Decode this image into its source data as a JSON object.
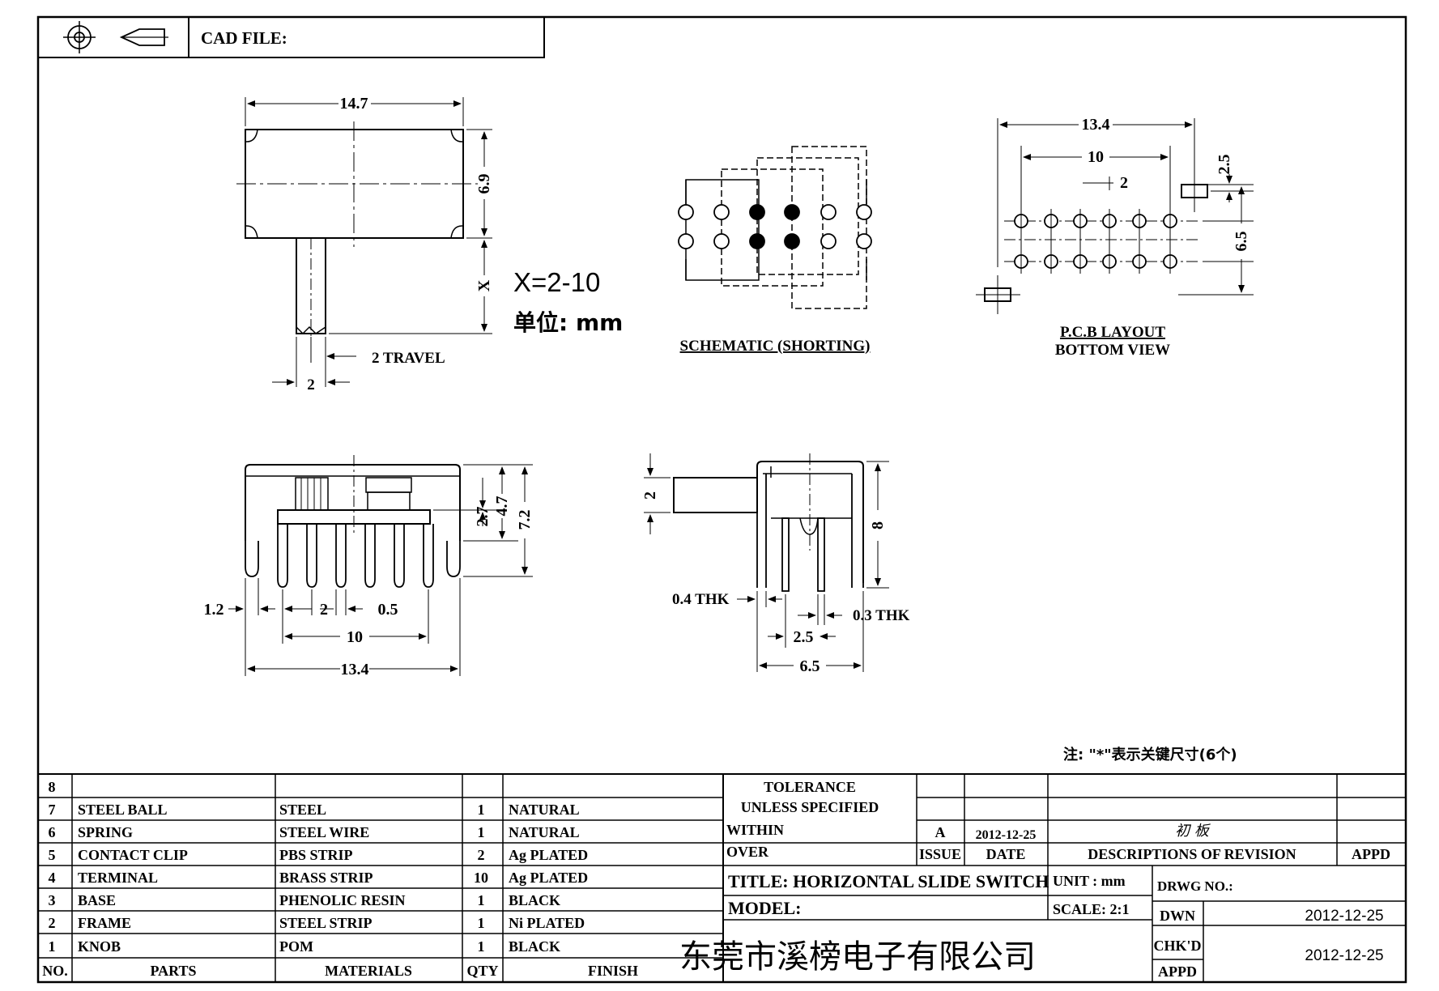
{
  "header": {
    "cad_file_label": "CAD FILE:"
  },
  "top_view": {
    "width_dim": "14.7",
    "height_dim": "6.9",
    "stroke_dim": "X",
    "stroke_note": "X=2-10",
    "unit_note": "单位: mm",
    "travel_label": "2 TRAVEL",
    "knob_width_dim": "2"
  },
  "schematic": {
    "caption": "SCHEMATIC (SHORTING)"
  },
  "pcb": {
    "caption_line1": "P.C.B LAYOUT",
    "caption_line2": "BOTTOM VIEW",
    "overall_dim": "13.4",
    "pitch_total_dim": "10",
    "pitch_dim": "2",
    "height_dim": "2.5",
    "row_span_dim": "6.5"
  },
  "front_view": {
    "dim_2_7": "2.7",
    "dim_4_7": "4.7",
    "dim_7_2": "7.2",
    "dim_1_2": "1.2",
    "dim_2": "2",
    "dim_0_5": "0.5",
    "dim_10": "10",
    "dim_13_4": "13.4"
  },
  "side_view": {
    "dim_2": "2",
    "dim_8": "8",
    "thk_04": "0.4 THK",
    "thk_03": "0.3 THK",
    "dim_2_5": "2.5",
    "dim_6_5": "6.5"
  },
  "note": "注: \"*\"表示关键尺寸(6个)",
  "bom": {
    "headers": {
      "no": "NO.",
      "parts": "PARTS",
      "materials": "MATERIALS",
      "qty": "QTY",
      "finish": "FINISH"
    },
    "rows": [
      {
        "no": "8",
        "part": "",
        "material": "",
        "qty": "",
        "finish": ""
      },
      {
        "no": "7",
        "part": "STEEL BALL",
        "material": "STEEL",
        "qty": "1",
        "finish": "NATURAL"
      },
      {
        "no": "6",
        "part": "SPRING",
        "material": "STEEL WIRE",
        "qty": "1",
        "finish": "NATURAL"
      },
      {
        "no": "5",
        "part": "CONTACT CLIP",
        "material": "PBS STRIP",
        "qty": "2",
        "finish": "Ag PLATED"
      },
      {
        "no": "4",
        "part": "TERMINAL",
        "material": "BRASS STRIP",
        "qty": "10",
        "finish": "Ag PLATED"
      },
      {
        "no": "3",
        "part": "BASE",
        "material": "PHENOLIC RESIN",
        "qty": "1",
        "finish": "BLACK"
      },
      {
        "no": "2",
        "part": "FRAME",
        "material": "STEEL STRIP",
        "qty": "1",
        "finish": "Ni PLATED"
      },
      {
        "no": "1",
        "part": "KNOB",
        "material": "POM",
        "qty": "1",
        "finish": "BLACK"
      }
    ]
  },
  "title_block": {
    "tolerance_line1": "TOLERANCE",
    "tolerance_line2": "UNLESS SPECIFIED",
    "within": "WITHIN",
    "over": "OVER",
    "issue_value": "A",
    "issue_date": "2012-12-25",
    "revision_desc": "初 板",
    "issue_label": "ISSUE",
    "date_label": "DATE",
    "desc_label": "DESCRIPTIONS OF REVISION",
    "appd_label": "APPD",
    "title": "TITLE: HORIZONTAL SLIDE SWITCH",
    "unit": "UNIT : mm",
    "drwg_no": "DRWG NO.:",
    "model": "MODEL:",
    "scale": "SCALE: 2:1",
    "dwn_label": "DWN",
    "dwn_date": "2012-12-25",
    "company": "东莞市溪榜电子有限公司",
    "chkd_label": "CHK'D",
    "appd2_label": "APPD",
    "chk_date": "2012-12-25"
  }
}
